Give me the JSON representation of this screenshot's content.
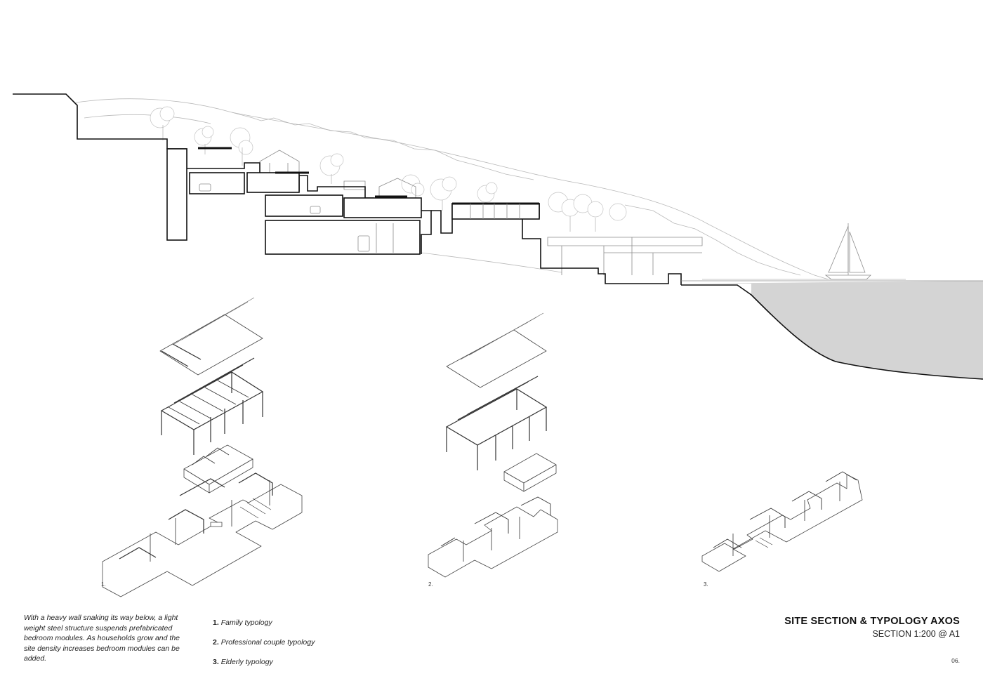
{
  "figure_labels": {
    "fig1": "1.",
    "fig2": "2.",
    "fig3": "3."
  },
  "description": "With a heavy wall snaking its way below, a light weight steel structure suspends prefabricated bedroom modules. As households grow and the site density increases bedroom modules can be added.",
  "legend": [
    {
      "num": "1.",
      "label": "Family typology"
    },
    {
      "num": "2.",
      "label": "Professional couple typology"
    },
    {
      "num": "3.",
      "label": "Elderly typology"
    }
  ],
  "title": "SITE SECTION & TYPOLOGY AXOS",
  "subtitle": "SECTION 1:200 @ A1",
  "page_number": "06."
}
